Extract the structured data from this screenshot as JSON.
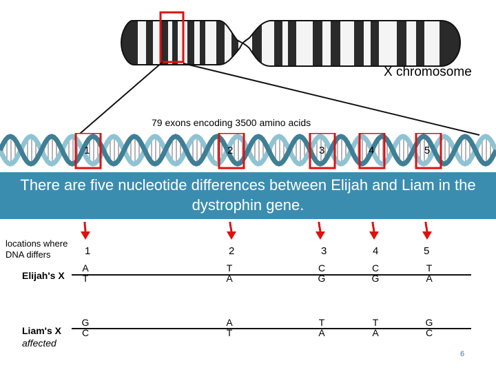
{
  "chromosome_label": "X chromosome",
  "exon_caption": "79 exons encoding 3500 amino acids",
  "dna_markers": [
    "1",
    "2",
    "3",
    "4",
    "5"
  ],
  "banner_text": "There are five nucleotide differences between Elijah and Liam in the dystrophin gene.",
  "rows": {
    "locations_label_line1": "locations where",
    "locations_label_line2": "DNA differs",
    "elijah_label": "Elijah's X",
    "liam_label": "Liam's X",
    "liam_sublabel": "affected"
  },
  "positions": [
    "1",
    "2",
    "3",
    "4",
    "5"
  ],
  "elijah": [
    {
      "top": "A",
      "bottom": "T"
    },
    {
      "top": "T",
      "bottom": "A"
    },
    {
      "top": "C",
      "bottom": "G"
    },
    {
      "top": "C",
      "bottom": "G"
    },
    {
      "top": "T",
      "bottom": "A"
    }
  ],
  "liam": [
    {
      "top": "G",
      "bottom": "C"
    },
    {
      "top": "A",
      "bottom": "T"
    },
    {
      "top": "T",
      "bottom": "A"
    },
    {
      "top": "T",
      "bottom": "A"
    },
    {
      "top": "G",
      "bottom": "C"
    }
  ],
  "page_number": "6",
  "colors": {
    "highlight": "#e01010",
    "banner": "#3b8db0",
    "dna_light": "#8fc3d3",
    "dna_dark": "#3f7f95"
  }
}
